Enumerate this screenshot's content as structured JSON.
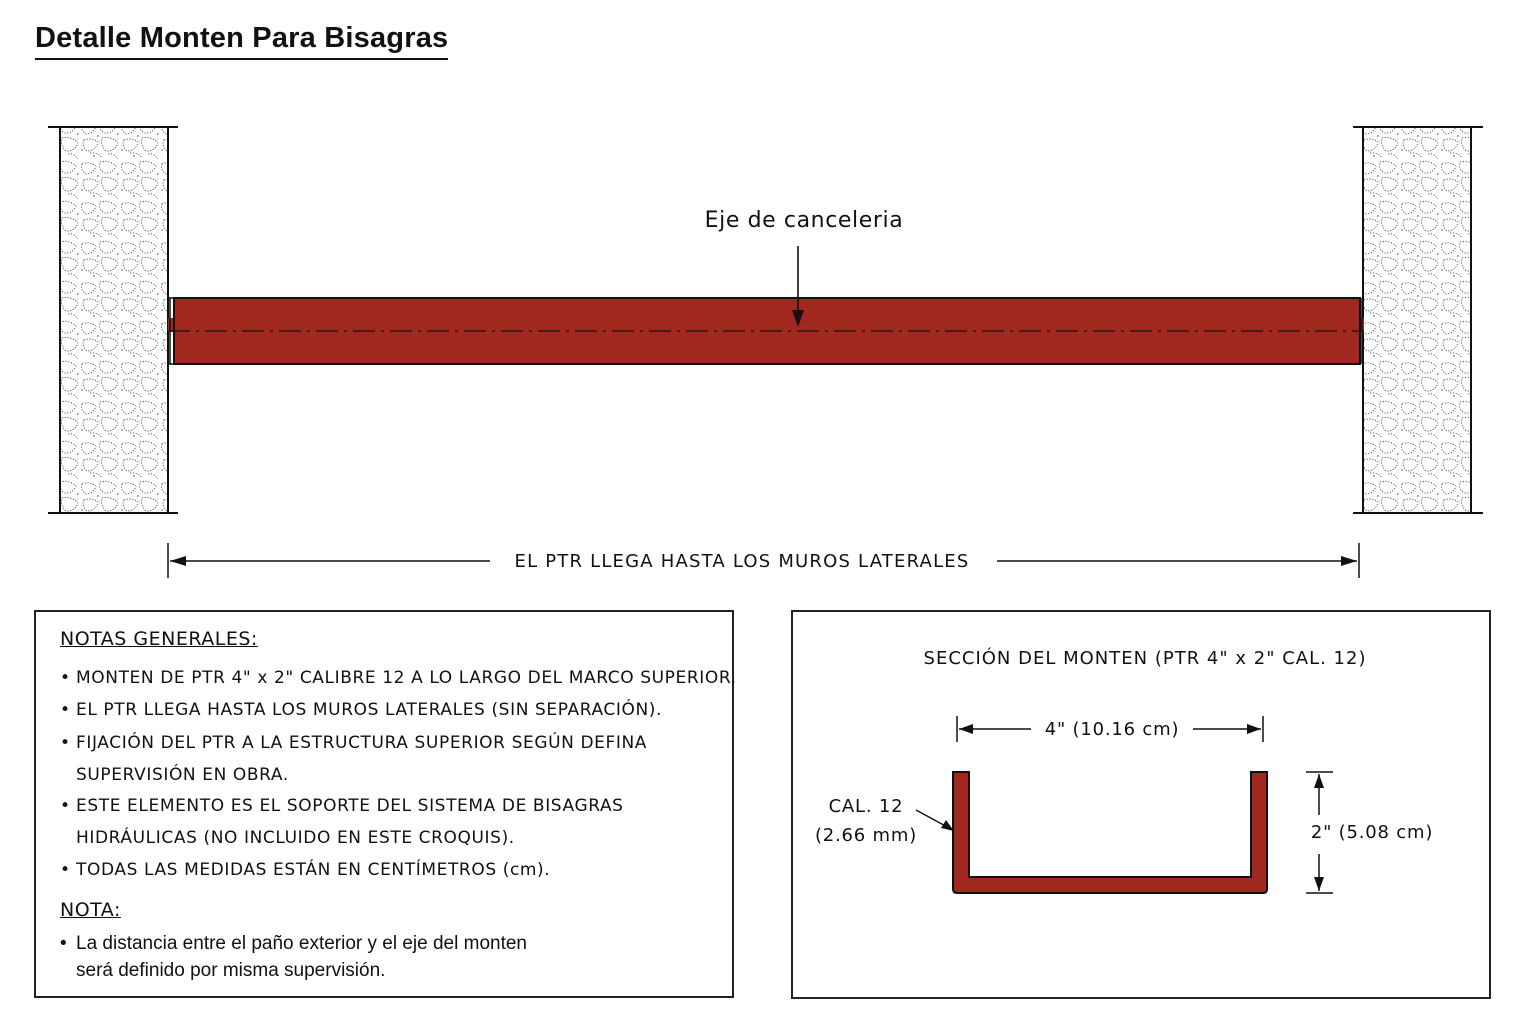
{
  "title": "Detalle Monten Para Bisagras",
  "colors": {
    "steel": "#a0281e",
    "line": "#111111"
  },
  "elevation": {
    "axis_label": "Eje de canceleria",
    "span_label": "EL PTR LLEGA HASTA LOS MUROS LATERALES"
  },
  "notes": {
    "heading": "NOTAS GENERALES:",
    "items": [
      {
        "text": "MONTEN DE PTR 4\" x 2\" CALIBRE 12 A LO LARGO DEL MARCO SUPERIOR."
      },
      {
        "text": "EL PTR LLEGA HASTA LOS MUROS LATERALES (SIN SEPARACIÓN)."
      },
      {
        "text": "FIJACIÓN DEL PTR A LA ESTRUCTURA SUPERIOR SEGÚN DEFINA",
        "cont": "SUPERVISIÓN EN OBRA."
      },
      {
        "text": "ESTE ELEMENTO ES EL SOPORTE DEL SISTEMA DE BISAGRAS",
        "cont": "HIDRÁULICAS (NO INCLUIDO EN ESTE CROQUIS)."
      },
      {
        "text": "TODAS LAS MEDIDAS ESTÁN EN CENTÍMETROS (cm)."
      }
    ],
    "nota_heading": "NOTA:",
    "nota_text": "La distancia entre el paño exterior y el eje del monten",
    "nota_cont": "será definido por misma supervisión."
  },
  "section": {
    "title": "SECCIÓN DEL MONTEN (PTR 4\" x 2\" CAL. 12)",
    "width_dim": "4\" (10.16 cm)",
    "height_dim": "2\" (5.08 cm)",
    "gauge_label": "CAL. 12",
    "gauge_thickness": "(2.66 mm)"
  }
}
